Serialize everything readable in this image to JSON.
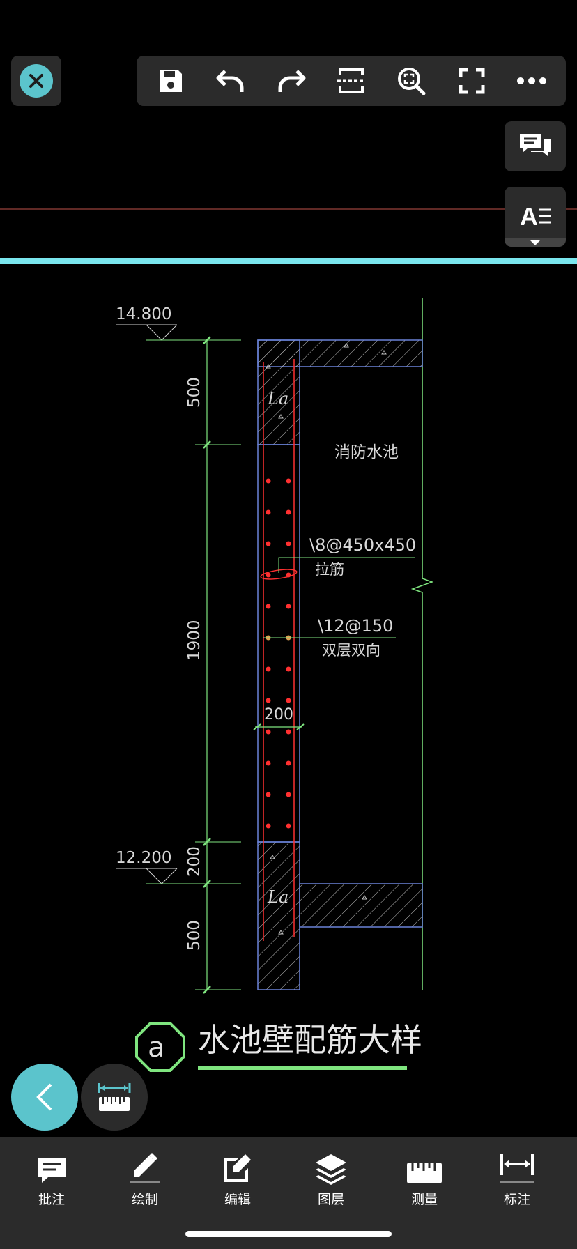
{
  "toolbar": {
    "items": [
      "save-icon",
      "undo-icon",
      "redo-icon",
      "crop-icon",
      "zoom-extent-icon",
      "fullscreen-icon",
      "more-icon"
    ]
  },
  "drawing": {
    "elevation_top": "14.800",
    "elevation_bottom": "12.200",
    "dim_500_top": "500",
    "dim_1900": "1900",
    "dim_200_left": "200",
    "dim_500_bottom": "500",
    "dim_200_width": "200",
    "la_top": "La",
    "la_bottom": "La",
    "tank_label": "消防水池",
    "tie_bar_spec": "\\8@450x450",
    "tie_bar_label": "拉筋",
    "main_bar_spec": "\\12@150",
    "main_bar_label": "双层双向",
    "detail_title": "水池壁配筋大样",
    "detail_mark": "a"
  },
  "bottom_nav": {
    "items": [
      {
        "label": "批注",
        "icon": "comment-icon"
      },
      {
        "label": "绘制",
        "icon": "pencil-icon"
      },
      {
        "label": "编辑",
        "icon": "edit-icon"
      },
      {
        "label": "图层",
        "icon": "layers-icon"
      },
      {
        "label": "测量",
        "icon": "ruler-icon"
      },
      {
        "label": "标注",
        "icon": "dimension-icon"
      }
    ]
  },
  "colors": {
    "accent": "#5bc4cc",
    "panel": "#2b2b2b",
    "cad_green": "#7fe57f",
    "cad_red": "#ff3030",
    "cad_blue": "#6a82d8"
  }
}
